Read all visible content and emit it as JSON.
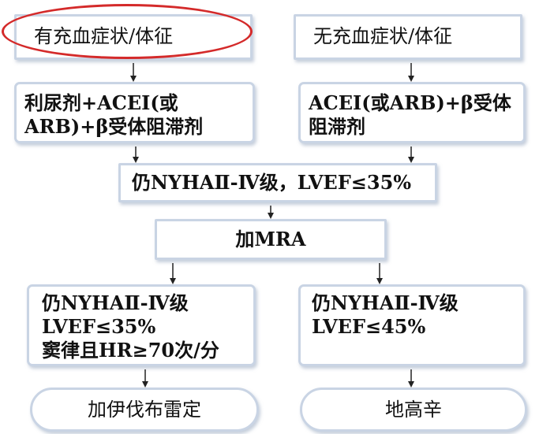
{
  "nodes": {
    "symptomatic": "有充血症状/体征",
    "asymptomatic": "无充血症状/体征",
    "therapy_left": "利尿剂+ACEI(或\nARB)+β受体阻滞剂",
    "therapy_right": "ACEI(或ARB)+β受体\n阻滞剂",
    "still_nyha": "仍NYHAⅡ-Ⅳ级，LVEF≤35%",
    "add_mra": "加MRA",
    "condition_left": "仍NYHAⅡ-Ⅳ级\nLVEF≤35%\n窦律且HR≥70次/分",
    "condition_right": "仍NYHAⅡ-Ⅳ级\n        LVEF≤45%",
    "outcome_left": "加伊伐布雷定",
    "outcome_right": "地高辛"
  },
  "colors": {
    "box_border": "#c9d4e4",
    "highlight_oval": "#d42a2a",
    "arrow": "#222222"
  }
}
